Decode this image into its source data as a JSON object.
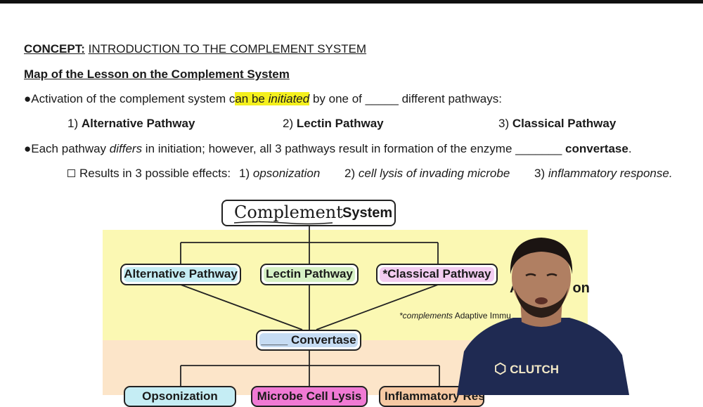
{
  "header": {
    "concept_label": "CONCEPT:",
    "concept_title": "INTRODUCTION TO THE COMPLEMENT SYSTEM",
    "map_title": "Map of the Lesson on the Complement System"
  },
  "bullet1": {
    "pre": "●Activation of the complement system c",
    "highlighted": "an be initiated",
    "hl_plain": "an be ",
    "hl_italic": "initiated",
    "post": " by one of _____ different pathways:"
  },
  "pathways_line": {
    "p1_num": "1)",
    "p1": "Alternative Pathway",
    "p2_num": "2)",
    "p2": "Lectin Pathway",
    "p3_num": "3)",
    "p3": "Classical Pathway"
  },
  "bullet2": {
    "pre": "●Each pathway ",
    "italic": "differs",
    "mid": " in initiation; however, all 3 pathways result in formation of the enzyme _______ ",
    "bold": "convertase",
    "end": "."
  },
  "effects_line": {
    "lead": "Results in 3 possible effects:",
    "e1_num": "1)",
    "e1": "opsonization",
    "e2_num": "2)",
    "e2": "cell lysis of invading microbe",
    "e3_num": "3)",
    "e3": "inflammatory response."
  },
  "diagram": {
    "title_hand": "Complement",
    "title_bold": "System",
    "nodes": {
      "alternative": "Alternative Pathway",
      "lectin": "Lectin Pathway",
      "classical": "*Classical Pathway",
      "convertase_blank": "____",
      "convertase": "Convertase",
      "opsonization": "Opsonization",
      "lysis": "Microbe Cell Lysis",
      "inflammatory": "Inflammatory Res"
    },
    "partial_label": "on",
    "partial_label_a": "A",
    "note_italic": "*complements",
    "note_rest": " Adaptive Immu"
  },
  "presenter": {
    "shirt_logo": "CLUTCH"
  },
  "colors": {
    "upper_band": "#fbf8b3",
    "lower_band": "#fce5c9",
    "alternative_fill": "#c5edf4",
    "lectin_fill": "#d6f1c5",
    "classical_fill": "#f3cdf1",
    "convertase_fill": "#c6dcf3",
    "lysis_fill": "#f07ad4",
    "inflammatory_fill": "#f6c9a3",
    "highlight": "#f4f01d"
  }
}
